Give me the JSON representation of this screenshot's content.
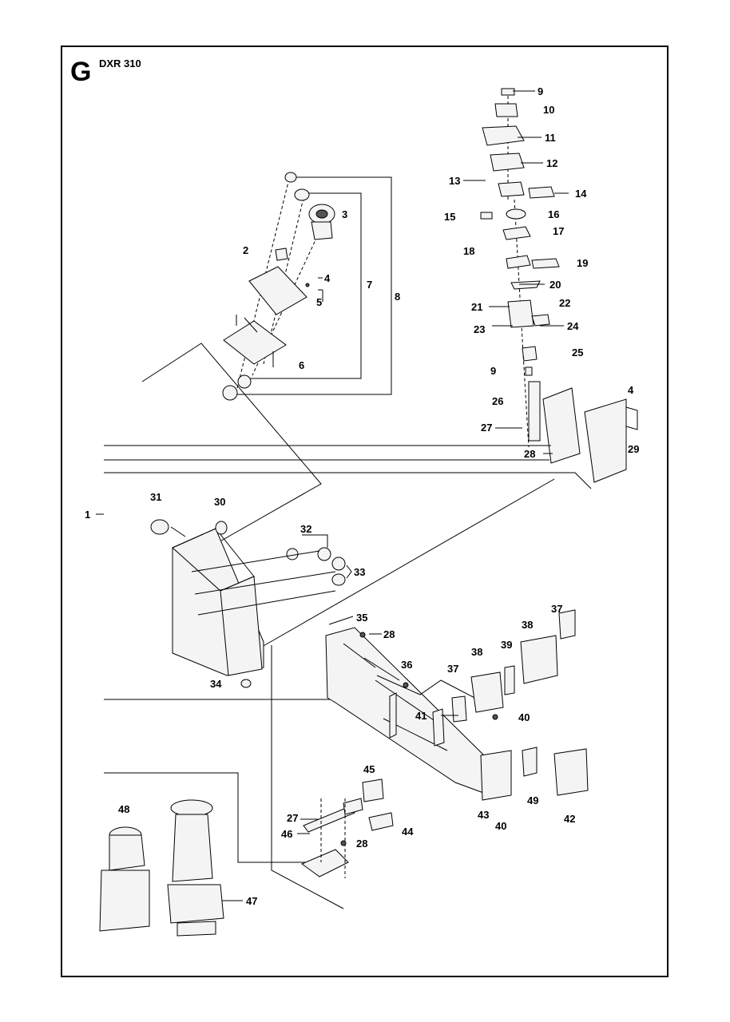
{
  "header": {
    "section_letter": "G",
    "model": "DXR 310"
  },
  "callouts": [
    "9",
    "10",
    "11",
    "12",
    "13",
    "14",
    "15",
    "16",
    "17",
    "18",
    "19",
    "20",
    "21",
    "22",
    "23",
    "24",
    "25",
    "9",
    "26",
    "27",
    "28",
    "4",
    "29",
    "2",
    "3",
    "4",
    "5",
    "6",
    "7",
    "8",
    "1",
    "31",
    "30",
    "32",
    "33",
    "34",
    "35",
    "28",
    "36",
    "37",
    "38",
    "39",
    "37",
    "38",
    "40",
    "41",
    "45",
    "27",
    "46",
    "44",
    "28",
    "43",
    "40",
    "49",
    "42",
    "48",
    "47"
  ]
}
